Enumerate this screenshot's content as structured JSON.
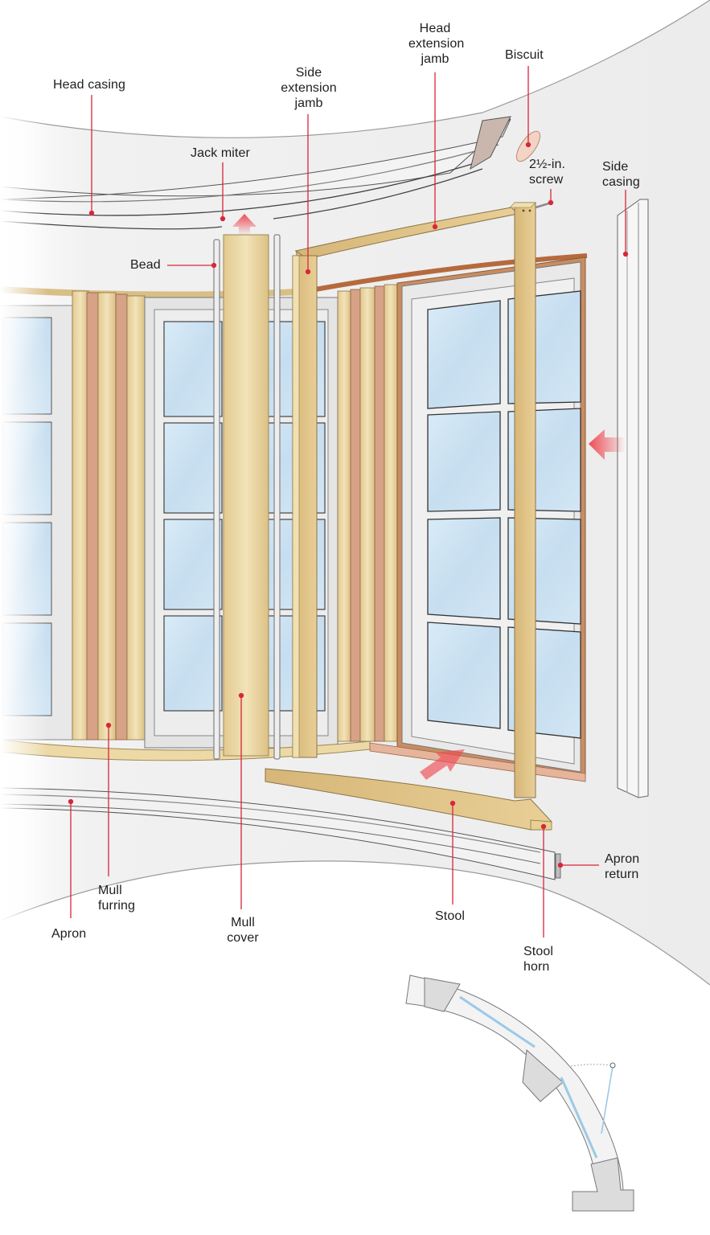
{
  "diagram": {
    "subject": "Curved bay window trim assembly (exploded view)",
    "accent_color": "#d8263a",
    "arrow_color": "#ee4c55",
    "wood_color": "#ecd9a6",
    "glass_color": "#cfe4f3",
    "labels": {
      "head_casing": "Head casing",
      "head_extension_jamb": "Head\nextension\njamb",
      "side_extension_jamb": "Side\nextension\njamb",
      "biscuit": "Biscuit",
      "jack_miter": "Jack miter",
      "screw": "2½-in.\nscrew",
      "side_casing": "Side\ncasing",
      "bead": "Bead",
      "apron": "Apron",
      "mull_furring": "Mull\nfurring",
      "mull_cover": "Mull\ncover",
      "stool": "Stool",
      "stool_horn": "Stool\nhorn",
      "apron_return": "Apron\nreturn"
    },
    "inset": {
      "description": "Plan-view section of curved wall with casement windows",
      "sash_open_indicator": "dotted swing arc"
    }
  }
}
